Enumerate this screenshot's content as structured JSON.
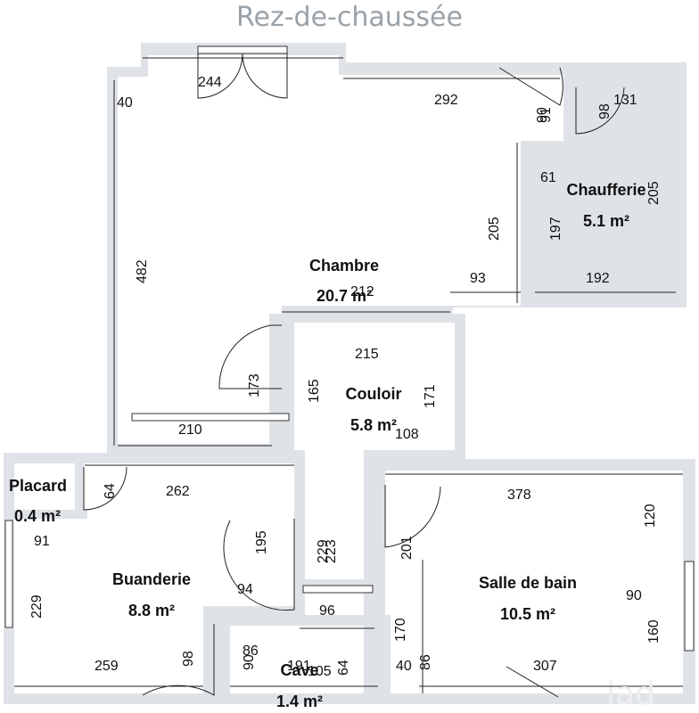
{
  "title": "Rez-de-chaussée",
  "rooms": [
    {
      "name": "Chambre",
      "area": "20.7 m²"
    },
    {
      "name": "Chaufferie",
      "area": "5.1 m²"
    },
    {
      "name": "Couloir",
      "area": "5.8 m²"
    },
    {
      "name": "Placard",
      "area": "0.4 m²"
    },
    {
      "name": "Buanderie",
      "area": "8.8 m²"
    },
    {
      "name": "Salle de bain",
      "area": "10.5 m²"
    },
    {
      "name": "Cave",
      "area": "1.4 m²"
    }
  ],
  "dimensions": [
    "244",
    "40",
    "292",
    "90",
    "91",
    "98",
    "131",
    "61",
    "205",
    "197",
    "205",
    "482",
    "93",
    "192",
    "212",
    "215",
    "173",
    "165",
    "171",
    "108",
    "210",
    "64",
    "262",
    "378",
    "91",
    "195",
    "229",
    "223",
    "201",
    "120",
    "229",
    "94",
    "96",
    "90",
    "170",
    "160",
    "98",
    "86",
    "90",
    "40",
    "86",
    "307",
    "259",
    "191",
    "105",
    "64"
  ],
  "watermark": "iad",
  "colors": {
    "wall": "#dfe3e8",
    "title": "#9aa2a8"
  }
}
